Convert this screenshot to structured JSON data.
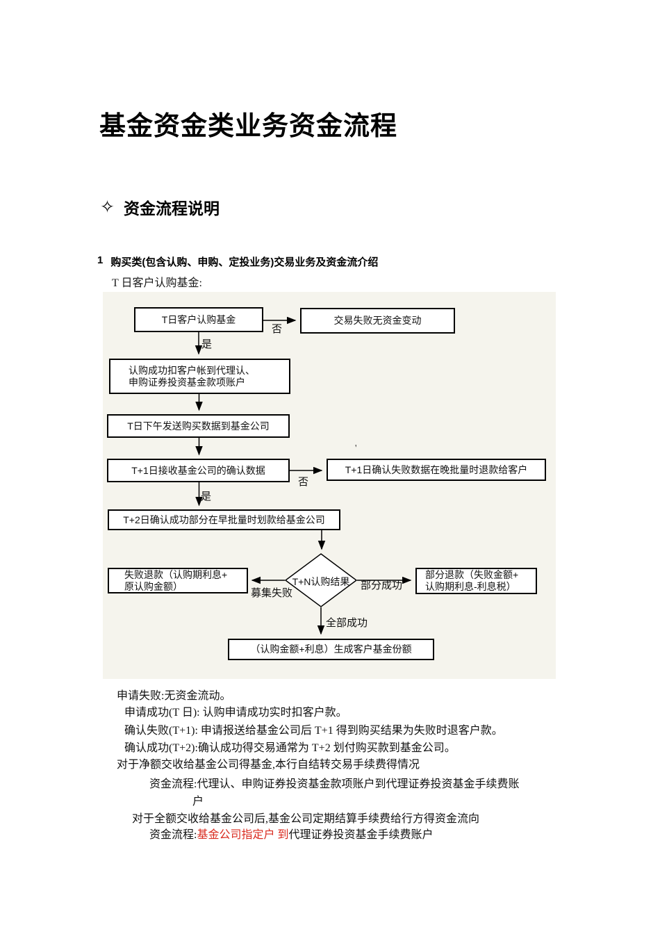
{
  "page": {
    "title": "基金资金类业务资金流程"
  },
  "section": {
    "bullet": "✧",
    "title": "资金流程说明"
  },
  "item1": {
    "number": "1",
    "heading": "购买类(包含认购、申购、定投业务)交易业务及资金流介绍",
    "sub": "T 日客户认购基金:"
  },
  "flowchart": {
    "box_apply": "T日客户认购基金",
    "box_fail": "交易失败无资金变动",
    "box_deduct_line1": "认购成功扣客户帐到代理认、",
    "box_deduct_line2": "申购证券投资基金款项账户",
    "box_send": "T日下午发送购买数据到基金公司",
    "box_receive": "T+1日接收基金公司的确认数据",
    "box_refund_night": "T+1日确认失败数据在晚批量时退款给客户",
    "box_transfer": "T+2日确认成功部分在早批量时划款给基金公司",
    "diamond": "T+N认购结果",
    "box_fail_refund_line1": "失败退款（认购期利息+",
    "box_fail_refund_line2": "原认购金额）",
    "box_partial_line1": "部分退款（失败金额+",
    "box_partial_line2": "认购期利息-利息税）",
    "box_shares": "（认购金额+利息）生成客户基金份额",
    "label_no1": "否",
    "label_yes1": "是",
    "label_no2": "否",
    "label_yes2": "是",
    "label_collect_fail": "募集失败",
    "label_partial": "部分成功",
    "label_all": "全部成功",
    "stray_mark": "'"
  },
  "notes": {
    "line1": "申请失败:无资金流动。",
    "line2": "申请成功(T 日): 认购申请成功实时扣客户款。",
    "line3": "确认失败(T+1): 申请报送给基金公司后 T+1 得到购买结果为失败时退客户款。",
    "line4": "确认成功(T+2):确认成功得交易通常为 T+2 划付购买款到基金公司。",
    "line5": "对于净额交收给基金公司得基金,本行自结转交易手续费得情况",
    "line6": "资金流程:代理认、申购证券投资基金款项账户到代理证券投资基金手续费账",
    "line7": "户",
    "line8": "对于全额交收给基金公司后,基金公司定期结算手续费给行方得资金流向",
    "line9_prefix": "资金流程:",
    "line9_red": "基金公司指定户 到",
    "line9_suffix": "代理证券投资基金手续费账户"
  },
  "colors": {
    "accent_red": "#d92a1e",
    "panel_bg": "#f5f4ed",
    "text": "#111111"
  }
}
